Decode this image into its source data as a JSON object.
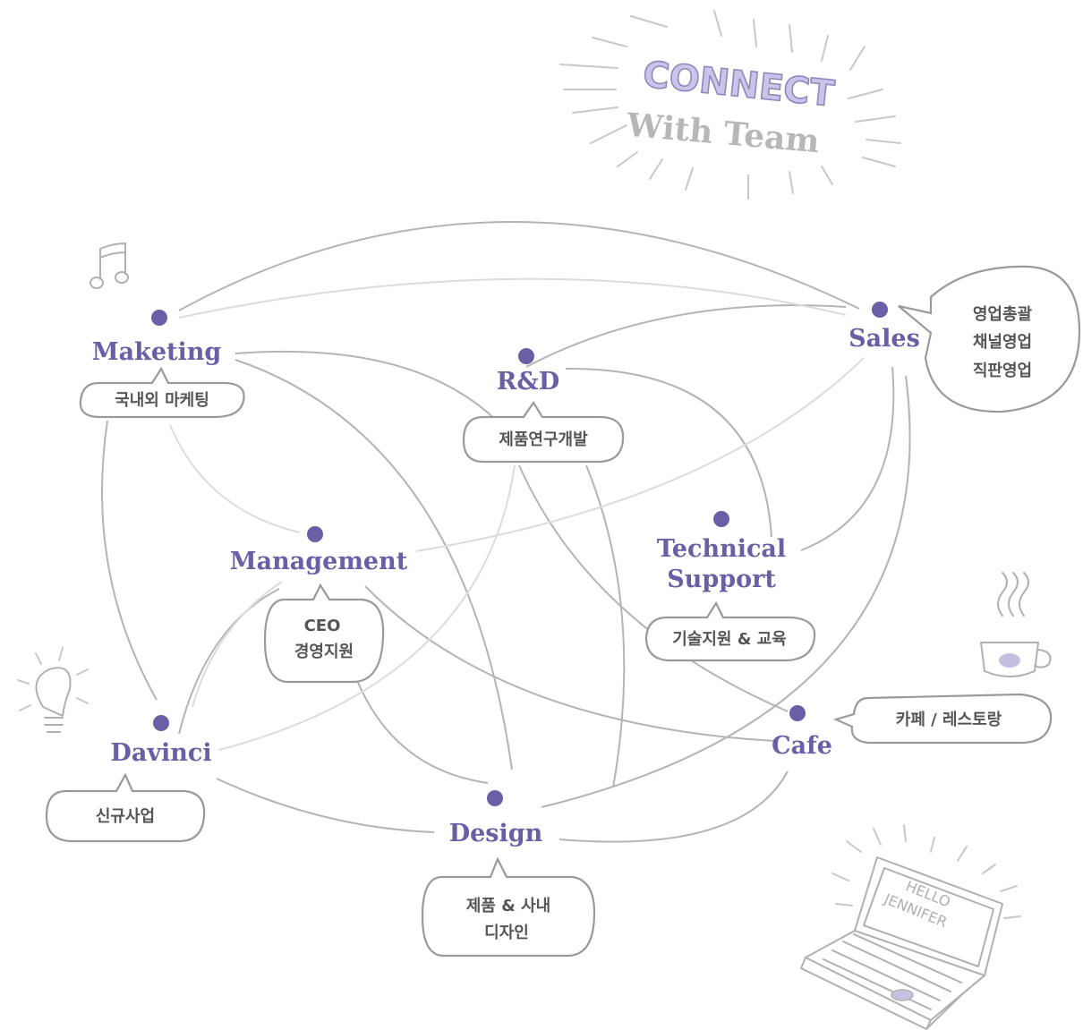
{
  "title": {
    "line1": "CONNECT",
    "line2": "With Team"
  },
  "colors": {
    "accent": "#6a5fa6",
    "link_dark": "#b4b4b4",
    "link_light": "#dcdcdc",
    "bubble_stroke": "#9a9a9a",
    "title_fill": "#c9c5e8"
  },
  "nodes": {
    "marketing": {
      "label": "Maketing",
      "bubble": [
        "국내외 마케팅"
      ]
    },
    "rnd": {
      "label": "R&D",
      "bubble": [
        "제품연구개발"
      ]
    },
    "sales": {
      "label": "Sales",
      "bubble": [
        "영업총괄",
        "채널영업",
        "직판영업"
      ]
    },
    "management": {
      "label": "Management",
      "bubble": [
        "CEO",
        "경영지원"
      ]
    },
    "technical": {
      "label_line1": "Technical",
      "label_line2": "Support",
      "bubble": [
        "기술지원 & 교육"
      ]
    },
    "davinci": {
      "label": "Davinci",
      "bubble": [
        "신규사업"
      ]
    },
    "design": {
      "label": "Design",
      "bubble": [
        "제품 & 사내",
        "디자인"
      ]
    },
    "cafe": {
      "label": "Cafe",
      "bubble": [
        "카페 / 레스토랑"
      ]
    }
  },
  "laptop": {
    "screen_line1": "HELLO",
    "screen_line2": "JENNIFER"
  },
  "icons": [
    "music-note-icon",
    "lightbulb-icon",
    "coffee-cup-icon",
    "laptop-icon"
  ]
}
